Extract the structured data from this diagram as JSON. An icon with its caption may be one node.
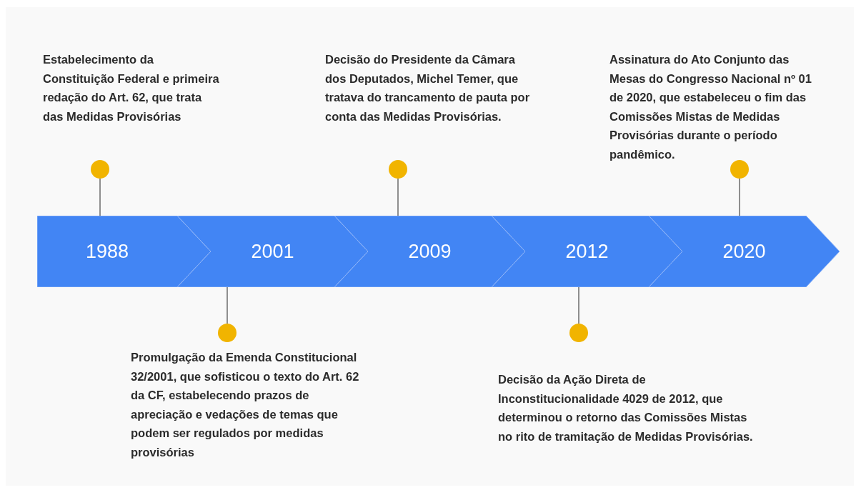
{
  "diagram": {
    "nodes": [
      {
        "text": [
          "1988"
        ]
      },
      {
        "text": [
          "2001"
        ]
      },
      {
        "text": [
          "2009"
        ]
      },
      {
        "text": [
          "2012"
        ]
      },
      {
        "text": [
          "2020"
        ]
      },
      {
        "text": [],
        "shape": "circle",
        "beside": [
          "Estabelecimento da Constituição Federal e primeira redação do Art. 62, que trata das Medidas Provisórias"
        ]
      },
      {
        "text": [],
        "shape": "circle",
        "beside": [
          "Promulgação da Emenda Constitucional 32/2001, que sofisticou o texto do Art. 62 da CF, estabelecendo prazos de apreciação e vedações de temas que podem ser regulados por medidas provisórias"
        ]
      },
      {
        "text": [],
        "shape": "circle",
        "beside": [
          "Decisão do Presidente da Câmara dos Deputados, Michel Temer, que tratava do trancamento de pauta por conta das Medidas Provisórias."
        ]
      },
      {
        "text": [],
        "shape": "circle",
        "beside": [
          "Decisão da Ação Direta de Inconstitucionalidade 4029 de 2012, que determinou o retorno das Comissões Mistas no rito de tramitação de Medidas Provisórias."
        ]
      },
      {
        "text": [],
        "shape": "circle",
        "beside": [
          "Assinatura do Ato Conjunto das Mesas do Congresso Nacional nº 01 de 2020, que estabeleceu o fim das Comissões Mistas de Medidas Provisórias durante o período pandêmico."
        ]
      }
    ],
    "edges": [
      {
        "from": 5,
        "to": 0,
        "arrow": "none"
      },
      {
        "from": 6,
        "to": 1,
        "arrow": "none"
      },
      {
        "from": 7,
        "to": 2,
        "arrow": "none"
      },
      {
        "from": 8,
        "to": 3,
        "arrow": "none"
      },
      {
        "from": 9,
        "to": 4,
        "arrow": "none"
      }
    ]
  }
}
